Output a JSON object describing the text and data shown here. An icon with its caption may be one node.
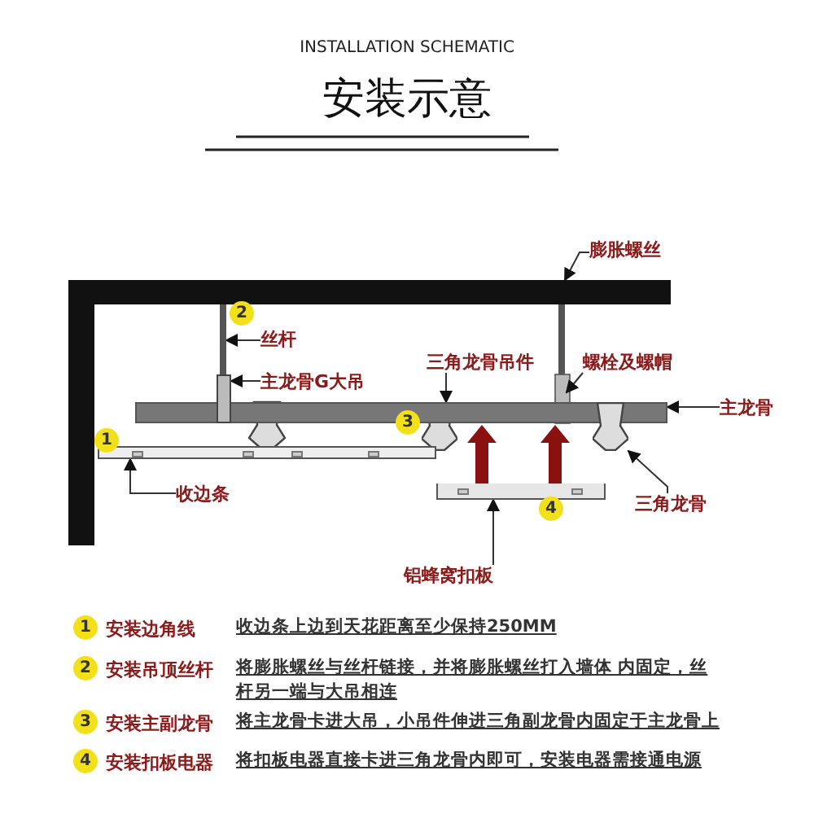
{
  "diagram": {
    "title": "安装示意",
    "nodes": [
      {
        "text": [
          "膨胀螺丝"
        ]
      },
      {
        "text": [
          "丝杆"
        ]
      },
      {
        "text": [],
        "shape": "bar"
      },
      {
        "text": [
          "主龙骨G大吊"
        ]
      },
      {
        "text": [],
        "shape": "box"
      },
      {
        "text": [
          "三角龙骨吊件"
        ]
      },
      {
        "text": [],
        "shape": "funnel"
      },
      {
        "text": [
          "螺栓及螺帽"
        ]
      },
      {
        "text": [
          "主龙骨"
        ]
      },
      {
        "text": [],
        "shape": "bar"
      },
      {
        "text": [
          "三角龙骨"
        ]
      },
      {
        "text": [],
        "shape": "funnel"
      },
      {
        "text": [
          "收边条"
        ]
      },
      {
        "text": [],
        "shape": "bar"
      },
      {
        "text": [
          "铝蜂窝扣板"
        ]
      },
      {
        "text": [],
        "shape": "bar"
      }
    ],
    "edges": [
      {
        "from": 0,
        "to": null,
        "arrow": "to"
      },
      {
        "from": 1,
        "to": 2,
        "arrow": "to"
      },
      {
        "from": 3,
        "to": 4,
        "arrow": "to"
      },
      {
        "from": 5,
        "to": 6,
        "arrow": "to"
      },
      {
        "from": 7,
        "to": null,
        "arrow": "to"
      },
      {
        "from": 8,
        "to": 9,
        "arrow": "to"
      },
      {
        "from": 10,
        "to": 11,
        "arrow": "to"
      },
      {
        "from": 12,
        "to": 13,
        "arrow": "to"
      },
      {
        "from": 14,
        "to": 15,
        "arrow": "to"
      },
      {
        "from": 15,
        "to": 9,
        "arrow": "to",
        "style": "thick",
        "color": "#8b1010"
      },
      {
        "from": 15,
        "to": 9,
        "arrow": "to",
        "style": "thick",
        "color": "#8b1010"
      }
    ],
    "labels": [
      "INSTALLATION SCHEMATIC",
      "2",
      "3",
      "1",
      "4",
      "1",
      "安装边角线",
      "收边条上边到天花距离至少保持250MM",
      "2",
      "安装吊顶丝杆",
      "将膨胀螺丝与丝杆链接，并将膨胀螺丝打入墙体 内固定，丝杆另一端与大吊相连",
      "3",
      "安装主副龙骨",
      "将主龙骨卡进大吊，小吊件伸进三角副龙骨内固定于主龙骨上",
      "4",
      "安装扣板电器",
      "将扣板电器直接卡进三角龙骨内即可，安装电器需接通电源"
    ]
  }
}
